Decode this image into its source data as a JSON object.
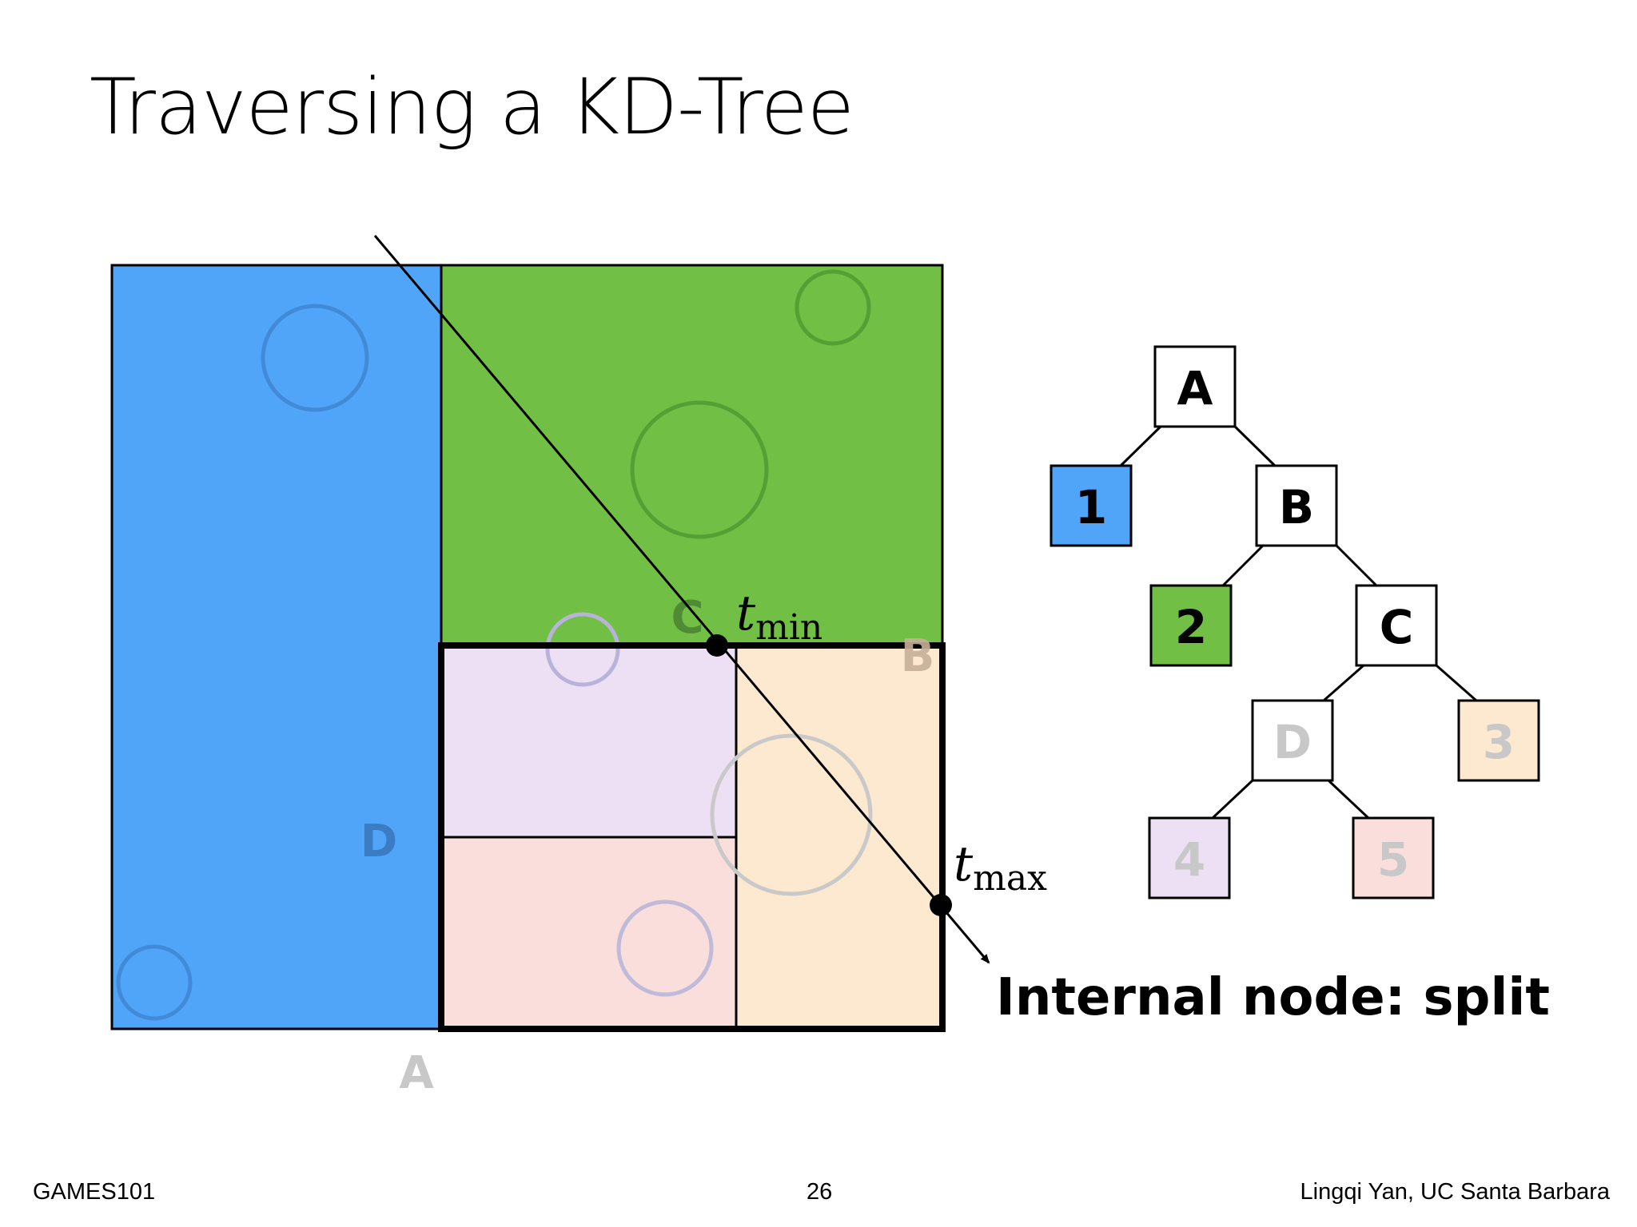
{
  "slide": {
    "title": "Traversing a KD-Tree",
    "caption": "Internal node: split",
    "footer_left": "GAMES101",
    "page_number": "26",
    "footer_right": "Lingqi Yan, UC Santa Barbara"
  },
  "scene": {
    "region_labels": {
      "A": "A",
      "B": "B",
      "C": "C",
      "D": "D"
    },
    "t_min": {
      "var": "t",
      "sub": "min"
    },
    "t_max": {
      "var": "t",
      "sub": "max"
    }
  },
  "tree": {
    "nodes": {
      "A": "A",
      "B": "B",
      "C": "C",
      "D": "D",
      "leaf1": "1",
      "leaf2": "2",
      "leaf3": "3",
      "leaf4": "4",
      "leaf5": "5"
    }
  },
  "colors": {
    "blue": "#50a5f9",
    "green": "#71bf44",
    "lavender": "#ede0f5",
    "pink": "#f9dedb",
    "peach": "#fde9d0",
    "faded_label": "#c8c8c8"
  }
}
